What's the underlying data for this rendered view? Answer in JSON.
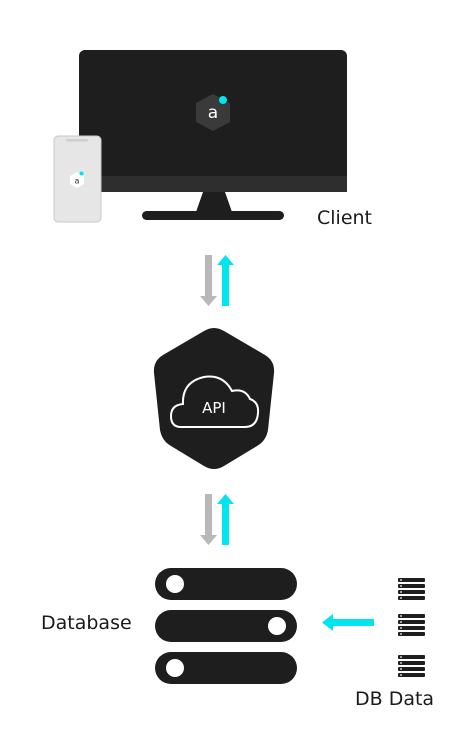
{
  "labels": {
    "client": "Client",
    "api": "API",
    "database": "Database",
    "db_data": "DB Data"
  },
  "logo_glyph": "a",
  "colors": {
    "dark": "#1e1e1e",
    "screen_bezel": "#2e2e2e",
    "accent": "#00e5ee",
    "gray_arrow": "#b8b8b8",
    "phone_body": "#e6e6e6",
    "white": "#ffffff"
  },
  "icons": {
    "monitor": "desktop-monitor-icon",
    "phone": "mobile-phone-icon",
    "api": "cloud-hexagon-icon",
    "database": "database-stack-icon",
    "db_data": "server-rack-icon"
  }
}
